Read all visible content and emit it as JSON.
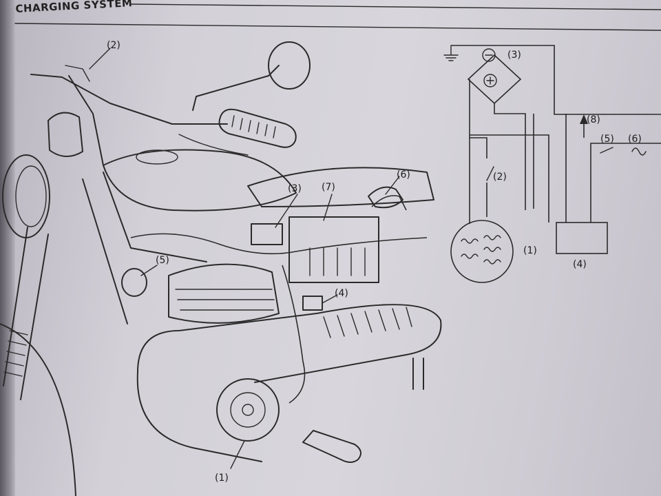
{
  "header": {
    "title": "CHARGING SYSTEM"
  },
  "illustration": {
    "labels": [
      "(2)",
      "(3)",
      "(7)",
      "(6)",
      "(5)",
      "(4)",
      "(1)"
    ]
  },
  "schematic": {
    "labels": [
      "(3)",
      "(2)",
      "(1)",
      "(4)",
      "(8)",
      "(5)",
      "(6)"
    ]
  },
  "colors": {
    "paper": "#d6d4da",
    "ink": "#2a2a2a"
  }
}
